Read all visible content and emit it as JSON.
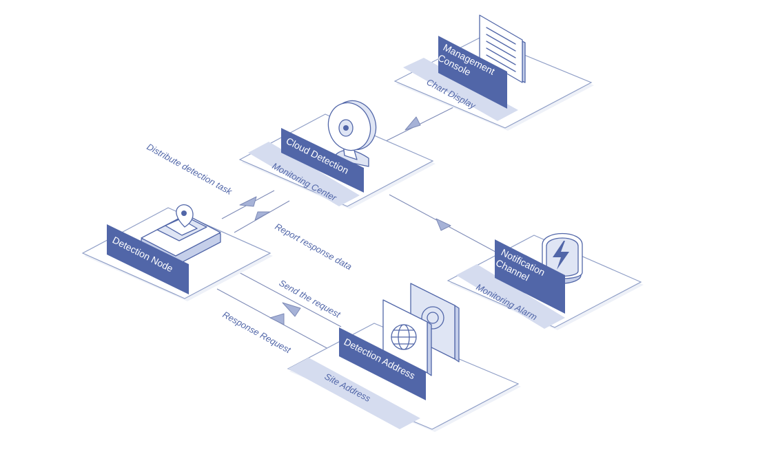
{
  "nodes": {
    "management": {
      "title_line1": "Management",
      "title_line2": "Console",
      "subtitle": "Chart Display"
    },
    "cloud": {
      "title": "Cloud Detection",
      "subtitle": "Monitoring Center"
    },
    "detection_node": {
      "title": "Detection Node"
    },
    "notification": {
      "title_line1": "Notification",
      "title_line2": "Channel",
      "subtitle": "Monitoring Alarm"
    },
    "address": {
      "title": "Detection Address",
      "subtitle": "Site Address"
    }
  },
  "flows": {
    "distribute": "Distribute detection task",
    "report": "Report response data",
    "send": "Send the request",
    "response": "Response Request"
  },
  "icons": {
    "management": "document-server-icon",
    "cloud": "webcam-icon",
    "detection_node": "map-location-pin-icon",
    "notification": "lightning-alarm-icon",
    "address": "globe-panel-icon"
  },
  "colors": {
    "accent": "#5166a8",
    "strip": "#d5dcef",
    "platform_border": "#8f9ec6"
  }
}
